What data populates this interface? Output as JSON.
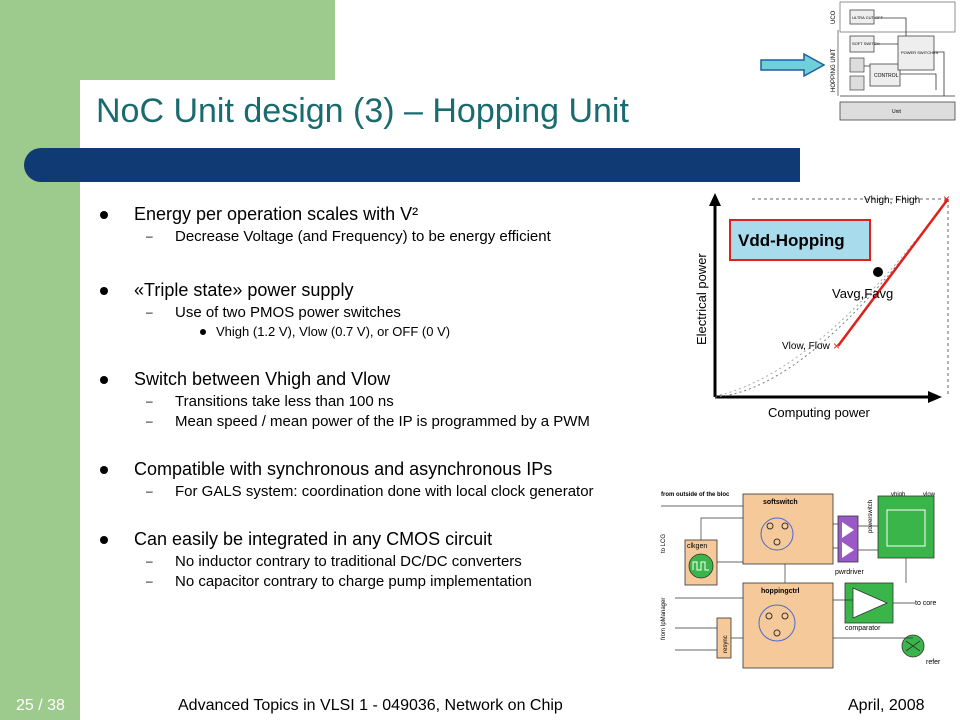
{
  "slide": {
    "title": "NoC Unit design (3) – Hopping Unit",
    "bullets": [
      {
        "text": "Energy per operation scales with V²",
        "sub": [
          {
            "text": "Decrease Voltage (and Frequency) to be energy efficient"
          }
        ]
      },
      {
        "text": "«Triple state» power supply",
        "sub": [
          {
            "text": "Use of two PMOS power switches",
            "sub": [
              {
                "text": "Vhigh (1.2 V), Vlow (0.7 V), or OFF (0 V)"
              }
            ]
          }
        ]
      },
      {
        "text": "Switch between Vhigh and Vlow",
        "sub": [
          {
            "text": "Transitions take less than 100 ns"
          },
          {
            "text": "Mean speed / mean power of the IP is programmed by a PWM"
          }
        ]
      },
      {
        "text": "Compatible with synchronous and asynchronous IPs",
        "sub": [
          {
            "text": "For GALS system: coordination done with local clock generator"
          }
        ]
      },
      {
        "text": "Can easily be integrated in any CMOS circuit",
        "sub": [
          {
            "text": "No inductor contrary to traditional DC/DC converters"
          },
          {
            "text": "No capacitor contrary to charge pump implementation"
          }
        ]
      }
    ]
  },
  "footer": {
    "page": "25 / 38",
    "course": "Advanced Topics in VLSI 1 - 049036, Network on Chip",
    "date": "April, 2008"
  },
  "graph": {
    "box_label": "Vdd-Hopping",
    "ylabel": "Electrical power",
    "xlabel": "Computing power",
    "high_label": "Vhigh, Fhigh",
    "avg_label": "Vavg,Favg",
    "low_label": "Vlow, Flow"
  },
  "thumbnail": {
    "side_labels": [
      "UCO",
      "HOPPING UNIT"
    ],
    "blocks": [
      "ULTRA CUT-OFF",
      "SOFT SWITCH",
      "CONTROL",
      "POWER SWITCHES",
      "Unit"
    ]
  },
  "circuit": {
    "labels": {
      "from_outside": "from outside of the bloc",
      "to_lcg": "to LCG",
      "from_ipmanager": "from IpManager",
      "clkgen": "clkgen",
      "softswitch": "softswitch",
      "pwrdriver": "pwrdriver",
      "hoppingctrl": "hoppingctrl",
      "resync": "resync",
      "comparator": "comparator",
      "refer": "refer",
      "powerswitch": "powerswitch",
      "to_core": "to core",
      "vhigh": "vhigh",
      "vlow": "vlow"
    }
  },
  "colors": {
    "green": "#9dcb8e",
    "title": "#1a6b70",
    "bar": "#0f3a73",
    "block_fill": "#f6c99a",
    "graph_line": "#e0201b",
    "box_fill": "#a8dcec"
  }
}
